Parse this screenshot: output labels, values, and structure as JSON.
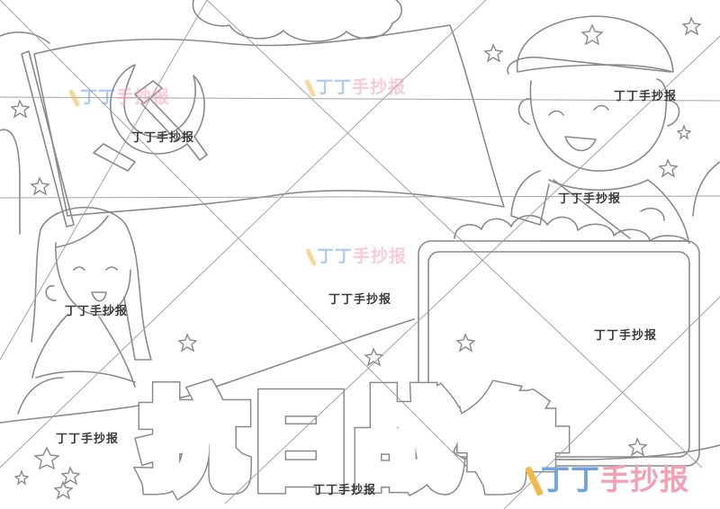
{
  "canvas": {
    "background": "#ffffff",
    "line_color": "#8a8a8a"
  },
  "title": {
    "text": "抗日战争"
  },
  "logo_watermarks": [
    {
      "part_a": "丁丁",
      "part_b": "手抄报"
    },
    {
      "part_a": "丁丁",
      "part_b": "手抄报"
    },
    {
      "part_a": "丁丁",
      "part_b": "手抄报"
    },
    {
      "part_a": "丁丁",
      "part_b": "手抄报"
    }
  ],
  "text_watermarks": [
    "丁丁手抄报",
    "丁丁手抄报",
    "丁丁手抄报",
    "丁丁手抄报",
    "丁丁手抄报",
    "丁丁手抄报",
    "丁丁手抄报",
    "丁丁手抄报"
  ],
  "brand_colors": {
    "blue": "#6ea2e0",
    "pink": "#f3a0b4",
    "pencil": "#f1b94a"
  },
  "icons": [
    "hammer-sickle-icon",
    "star-icon",
    "flag-icon"
  ]
}
